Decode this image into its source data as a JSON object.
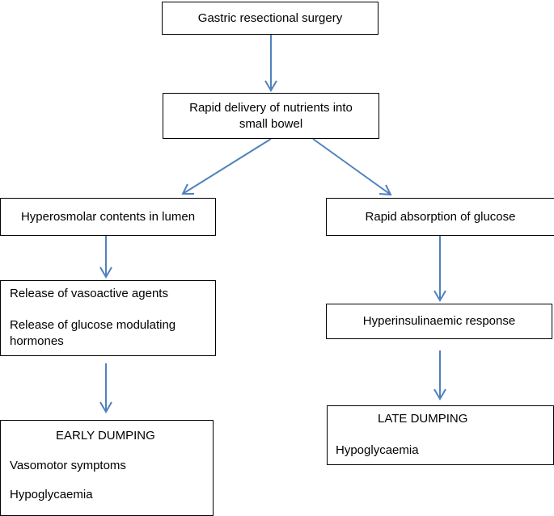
{
  "diagram": {
    "box_surgery": "Gastric resectional surgery",
    "box_rapid_delivery": {
      "line1": "Rapid delivery of nutrients into",
      "line2": "small bowel"
    },
    "box_hyperosmolar": "Hyperosmolar contents in lumen",
    "box_absorption": "Rapid absorption of glucose",
    "box_release": {
      "line1": "Release of vasoactive agents",
      "line2": "Release of glucose modulating",
      "line3": "hormones"
    },
    "box_hyperinsulinaemic": "Hyperinsulinaemic response",
    "box_early": {
      "title": "EARLY DUMPING",
      "item1": "Vasomotor symptoms",
      "item2": "Hypoglycaemia"
    },
    "box_late": {
      "title": "LATE DUMPING",
      "item1": "Hypoglycaemia"
    },
    "colors": {
      "arrow": "#4f81bd",
      "border": "#000000"
    }
  }
}
